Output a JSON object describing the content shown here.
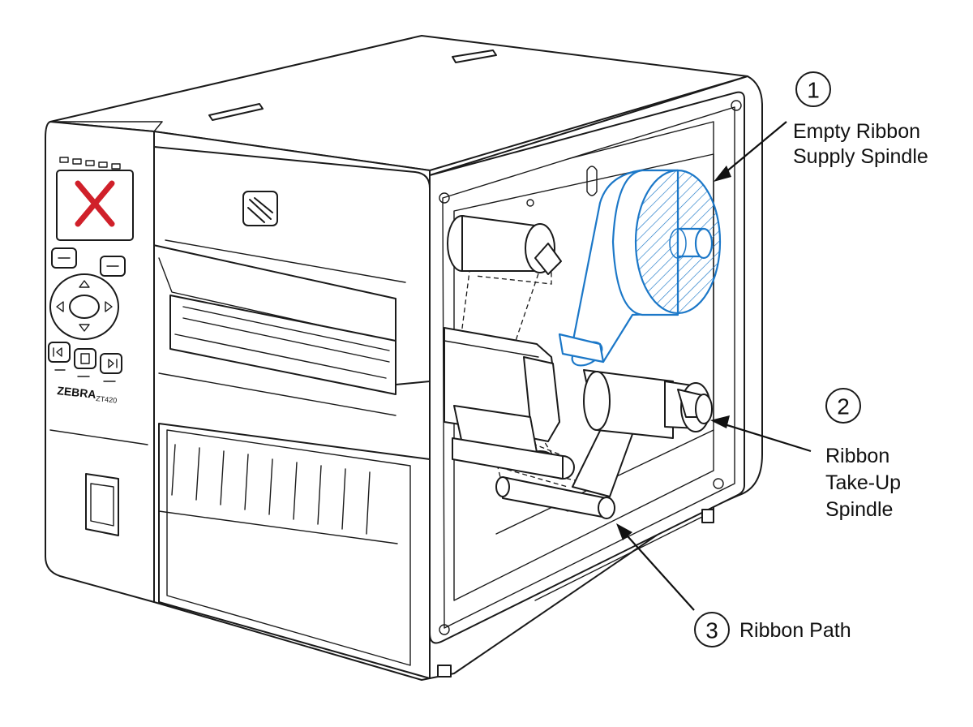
{
  "printer": {
    "brand": "ZEBRA",
    "model": "ZT420",
    "display_status_icon": "red-x-icon",
    "status_color": "#d0202a"
  },
  "highlight_color": "#1c78c8",
  "callouts": [
    {
      "number": "1",
      "lines": [
        "Empty Ribbon",
        "Supply Spindle"
      ]
    },
    {
      "number": "2",
      "lines": [
        "Ribbon",
        "Take-Up",
        "Spindle"
      ]
    },
    {
      "number": "3",
      "lines": [
        "Ribbon Path"
      ]
    }
  ]
}
